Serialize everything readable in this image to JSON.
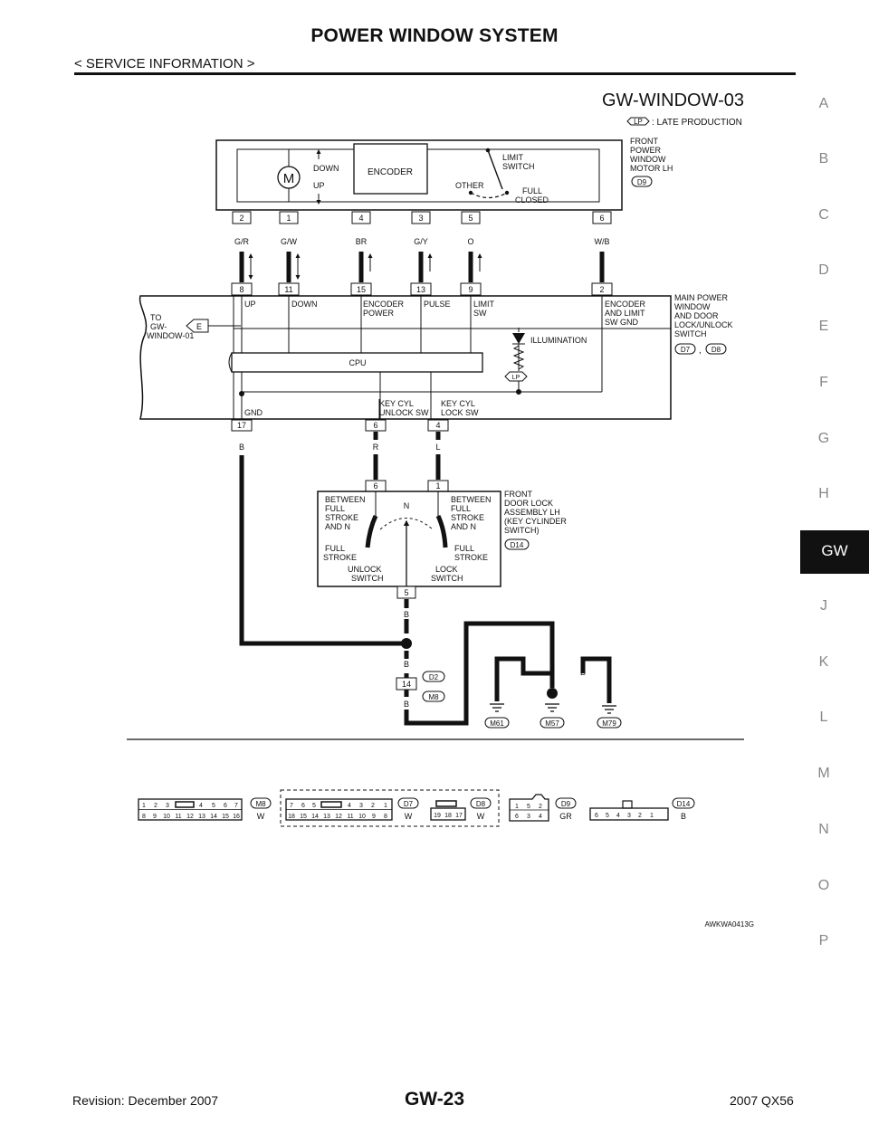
{
  "header": {
    "title": "POWER WINDOW SYSTEM",
    "subtitle": "< SERVICE INFORMATION >"
  },
  "side_tabs": [
    "A",
    "B",
    "C",
    "D",
    "E",
    "F",
    "G",
    "H",
    "GW",
    "J",
    "K",
    "L",
    "M",
    "N",
    "O",
    "P"
  ],
  "active_tab": "GW",
  "footer": {
    "revision": "Revision: December 2007",
    "page": "GW-23",
    "model": "2007 QX56"
  },
  "diagram": {
    "id": "GW-WINDOW-03",
    "legend_code": "LP",
    "legend_text": ": LATE PRODUCTION",
    "motor": {
      "title": [
        "FRONT",
        "POWER",
        "WINDOW",
        "MOTOR LH"
      ],
      "connector": "D9",
      "motor_symbol": "M",
      "down": "DOWN",
      "up": "UP",
      "encoder": "ENCODER",
      "limit_switch": [
        "LIMIT",
        "SWITCH"
      ],
      "other": "OTHER",
      "full_closed": [
        "FULL",
        "CLOSED"
      ],
      "pins": [
        "2",
        "1",
        "4",
        "3",
        "5",
        "6"
      ]
    },
    "wires": [
      "G/R",
      "G/W",
      "BR",
      "G/Y",
      "O",
      "W/B"
    ],
    "main_switch": {
      "title": [
        "MAIN POWER",
        "WINDOW",
        "AND DOOR",
        "LOCK/UNLOCK",
        "SWITCH"
      ],
      "connectors": [
        "D7",
        "D8"
      ],
      "connector_sep": ",",
      "pins": [
        "8",
        "11",
        "15",
        "13",
        "9",
        "2"
      ],
      "terminals": {
        "up": "UP",
        "down": "DOWN",
        "encoder_power": [
          "ENCODER",
          "POWER"
        ],
        "pulse": "PULSE",
        "limit_sw": [
          "LIMIT",
          "SW"
        ],
        "encoder_gnd": [
          "ENCODER",
          "AND LIMIT",
          "SW GND"
        ]
      },
      "to": [
        "TO",
        "GW-",
        "WINDOW-01"
      ],
      "to_arrow": "E",
      "illumination": "ILLUMINATION",
      "cpu": "CPU",
      "lp": "LP",
      "gnd": "GND",
      "key_cyl_unlock": [
        "KEY CYL",
        "UNLOCK SW"
      ],
      "key_cyl_lock": [
        "KEY CYL",
        "LOCK SW"
      ],
      "bottom_pins": [
        "17",
        "6",
        "4"
      ]
    },
    "wires2": [
      "B",
      "R",
      "L"
    ],
    "door_lock": {
      "title": [
        "FRONT",
        "DOOR LOCK",
        "ASSEMBLY LH",
        "(KEY CYLINDER",
        "SWITCH)"
      ],
      "connector": "D14",
      "pins_top": [
        "6",
        "1"
      ],
      "between_left": [
        "BETWEEN",
        "FULL",
        "STROKE",
        "AND N"
      ],
      "between_right": [
        "BETWEEN",
        "FULL",
        "STROKE",
        "AND N"
      ],
      "n": "N",
      "full_stroke": [
        "FULL",
        "STROKE"
      ],
      "unlock_switch": [
        "UNLOCK",
        "SWITCH"
      ],
      "lock_switch": [
        "LOCK",
        "SWITCH"
      ],
      "pin_bottom": "5"
    },
    "ground": {
      "b": "B",
      "connector_pin": "14",
      "connectors": [
        "D2",
        "M8"
      ],
      "grounds": [
        "M61",
        "M57",
        "M79"
      ]
    },
    "connector_views": [
      {
        "id": "M8",
        "color": "W",
        "row1": [
          "1",
          "2",
          "3",
          "4",
          "5",
          "6",
          "7"
        ],
        "row2": [
          "8",
          "9",
          "10",
          "11",
          "12",
          "13",
          "14",
          "15",
          "16"
        ]
      },
      {
        "id": "D7",
        "color": "W",
        "row1": [
          "7",
          "6",
          "5",
          "4",
          "3",
          "2",
          "1"
        ],
        "row2": [
          "18",
          "15",
          "14",
          "13",
          "12",
          "11",
          "10",
          "9",
          "8"
        ]
      },
      {
        "id": "D8",
        "color": "W",
        "row1": [
          "19",
          "18",
          "17"
        ]
      },
      {
        "id": "D9",
        "color": "GR",
        "row1": [
          "1",
          "5",
          "2"
        ],
        "row2": [
          "6",
          "3",
          "4"
        ]
      },
      {
        "id": "D14",
        "color": "B",
        "row1": [
          "6",
          "5",
          "4",
          "3",
          "2",
          "1"
        ]
      }
    ],
    "figure_code": "AWKWA0413G"
  }
}
